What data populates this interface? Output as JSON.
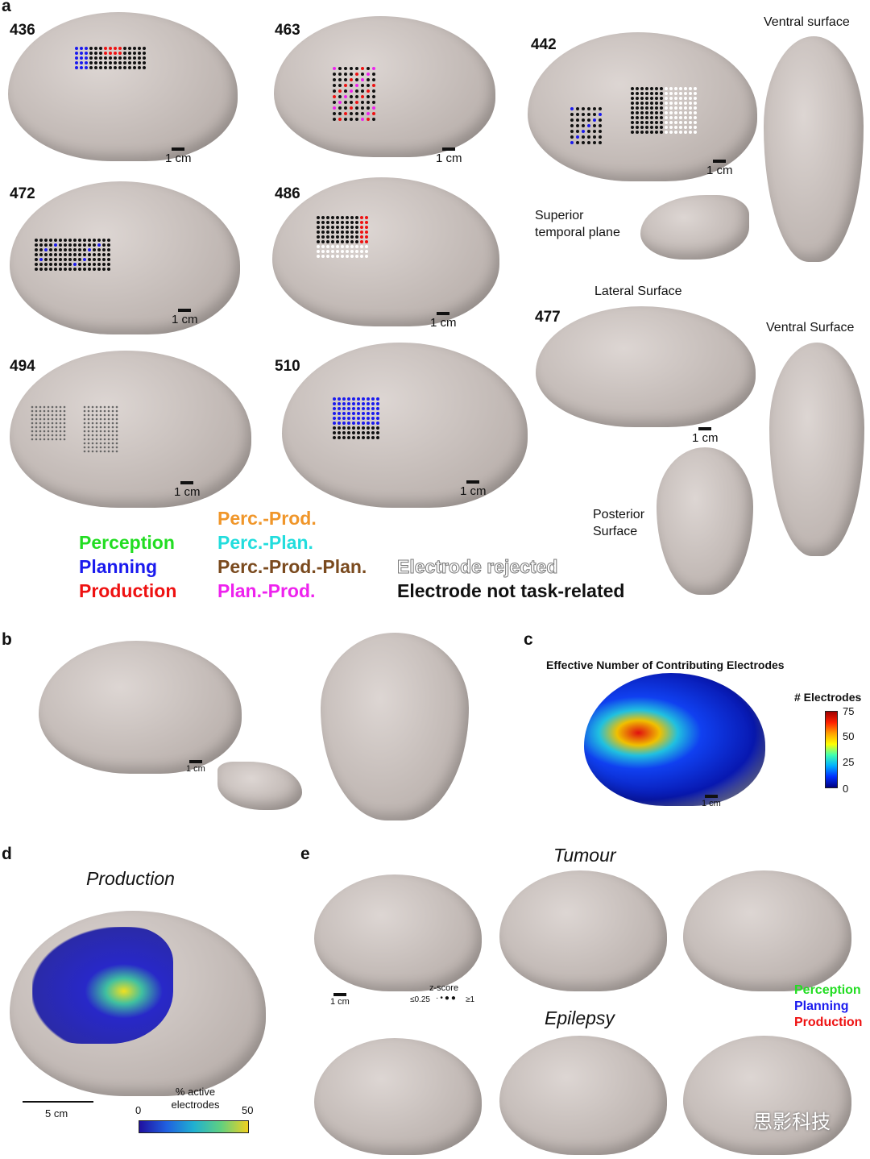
{
  "panels": {
    "a": "a",
    "b": "b",
    "c": "c",
    "d": "d",
    "e": "e"
  },
  "panel_a": {
    "patients": [
      "436",
      "463",
      "442",
      "472",
      "486",
      "477",
      "494",
      "510"
    ],
    "scale": "1 cm",
    "ventral_surface_442": "Ventral surface",
    "superior_temporal": "Superior temporal plane",
    "lateral_surface": "Lateral Surface",
    "ventral_surface_477": "Ventral Surface",
    "posterior_surface": "Posterior Surface",
    "legend": [
      {
        "label": "Perception",
        "color": "#22dd22"
      },
      {
        "label": "Planning",
        "color": "#1a1aee"
      },
      {
        "label": "Production",
        "color": "#ee1111"
      },
      {
        "label": "Perc.-Prod.",
        "color": "#f0962a"
      },
      {
        "label": "Perc.-Plan.",
        "color": "#22dddd"
      },
      {
        "label": "Perc.-Prod.-Plan.",
        "color": "#7a4a1e"
      },
      {
        "label": "Plan.-Prod.",
        "color": "#ee22ee"
      },
      {
        "label": "Electrode rejected",
        "color": "#ffffff"
      },
      {
        "label": "Electrode not task-related",
        "color": "#111111"
      }
    ]
  },
  "panel_b": {
    "scale": "1 cm"
  },
  "panel_c": {
    "title": "Effective Number of Contributing Electrodes",
    "cbar_title": "# Electrodes",
    "ticks": [
      "75",
      "50",
      "25",
      "0"
    ],
    "scale": "1 cm"
  },
  "panel_d": {
    "title": "Production",
    "scale": "5 cm",
    "cbar_title": "% active electrodes",
    "cbar_min": "0",
    "cbar_max": "50"
  },
  "panel_e": {
    "tumour": "Tumour",
    "epilepsy": "Epilepsy",
    "scale": "1 cm",
    "zscore_title": "z-score",
    "zscore_min": "≤0.25",
    "zscore_max": "≥1",
    "legend": [
      {
        "label": "Perception",
        "color": "#22dd22"
      },
      {
        "label": "Planning",
        "color": "#1a1aee"
      },
      {
        "label": "Production",
        "color": "#ee1111"
      }
    ]
  },
  "watermark": "思影科技"
}
